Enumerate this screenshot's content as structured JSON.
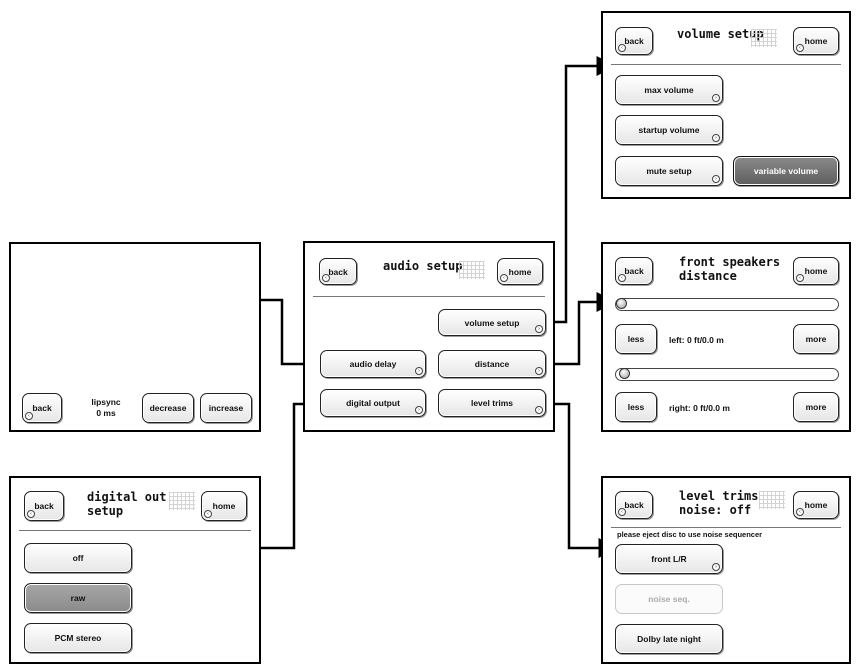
{
  "audio_setup": {
    "back": "back",
    "title": "audio setup",
    "home": "home",
    "buttons": [
      "volume setup",
      "audio delay",
      "distance",
      "digital output",
      "level trims"
    ]
  },
  "volume_setup": {
    "back": "back",
    "title": "volume setup",
    "home": "home",
    "buttons": [
      "max volume",
      "startup volume",
      "mute setup",
      "variable volume"
    ]
  },
  "distance": {
    "back": "back",
    "title_line1": "front speakers",
    "title_line2": "distance",
    "home": "home",
    "less": "less",
    "more": "more",
    "left_value": "left: 0 ft/0.0 m",
    "right_value": "right: 0 ft/0.0 m"
  },
  "audio_delay": {
    "back": "back",
    "lipsync_label": "lipsync",
    "lipsync_value": "0 ms",
    "decrease": "decrease",
    "increase": "increase"
  },
  "digital_out": {
    "back": "back",
    "title_line1": "digital out",
    "title_line2": "setup",
    "home": "home",
    "options": [
      "off",
      "raw",
      "PCM stereo"
    ]
  },
  "level_trims": {
    "back": "back",
    "title_line1": "level trims",
    "title_line2": "noise: off",
    "home": "home",
    "notice": "please eject disc to use noise sequencer",
    "buttons": [
      "front L/R",
      "noise seq.",
      "Dolby late night"
    ]
  }
}
